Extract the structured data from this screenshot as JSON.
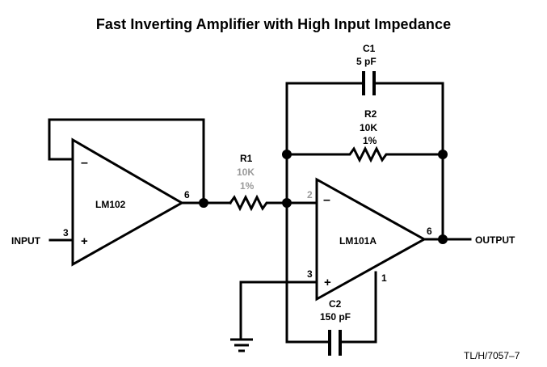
{
  "title": "Fast Inverting Amplifier with High Input Impedance",
  "components": {
    "u1": {
      "name": "LM102",
      "pin_inverting": "–",
      "pin_noninverting": "+",
      "pin_in": "3",
      "pin_out": "6"
    },
    "u2": {
      "name": "LM101A",
      "pin_inverting": "–",
      "pin_noninverting": "+",
      "pin_inv_num": "2",
      "pin_noninv_num": "3",
      "pin_out": "6",
      "pin_comp": "1"
    },
    "r1": {
      "ref": "R1",
      "value": "10K",
      "tolerance": "1%"
    },
    "r2": {
      "ref": "R2",
      "value": "10K",
      "tolerance": "1%"
    },
    "c1": {
      "ref": "C1",
      "value": "5 pF"
    },
    "c2": {
      "ref": "C2",
      "value": "150 pF"
    }
  },
  "labels": {
    "input": "INPUT",
    "output": "OUTPUT",
    "figure_ref": "TL/H/7057–7"
  }
}
